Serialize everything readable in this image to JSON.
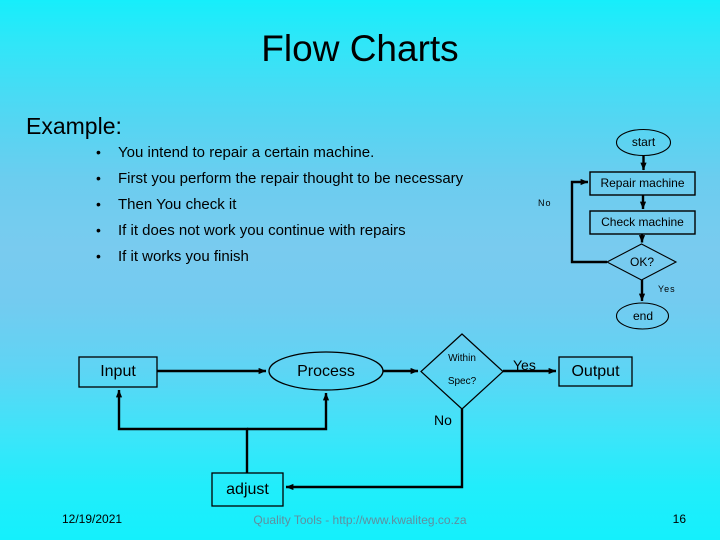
{
  "slide": {
    "title": "Flow Charts",
    "example_label": "Example:",
    "bullet_marker": "•",
    "bullets": [
      "You intend to repair a certain machine.",
      "First you perform the repair thought to be necessary",
      "Then You check it",
      "If it does not work you continue with repairs",
      "If it works you finish"
    ]
  },
  "footer": {
    "date": "12/19/2021",
    "center": "Quality Tools - http://www.kwaliteg.co.za",
    "page_number": "16"
  },
  "flowchart_repair": {
    "nodes": {
      "start": "start",
      "repair_machine": "Repair machine",
      "check_machine": "Check machine",
      "ok_decision": "OK?",
      "end": "end"
    },
    "edge_labels": {
      "no": "No",
      "yes": "Yes"
    }
  },
  "flowchart_process": {
    "nodes": {
      "input": "Input",
      "process": "Process",
      "spec_decision_line1": "Within",
      "spec_decision_line2": "Spec?",
      "output": "Output",
      "adjust": "adjust"
    },
    "edge_labels": {
      "yes": "Yes",
      "no": "No"
    }
  },
  "colors": {
    "background_top": "#16eefb",
    "background_mid": "#79cbef",
    "background_bottom": "#14f0fc",
    "stroke": "#000000",
    "text": "#000000",
    "footer_center_text": "#5f8fa0"
  }
}
